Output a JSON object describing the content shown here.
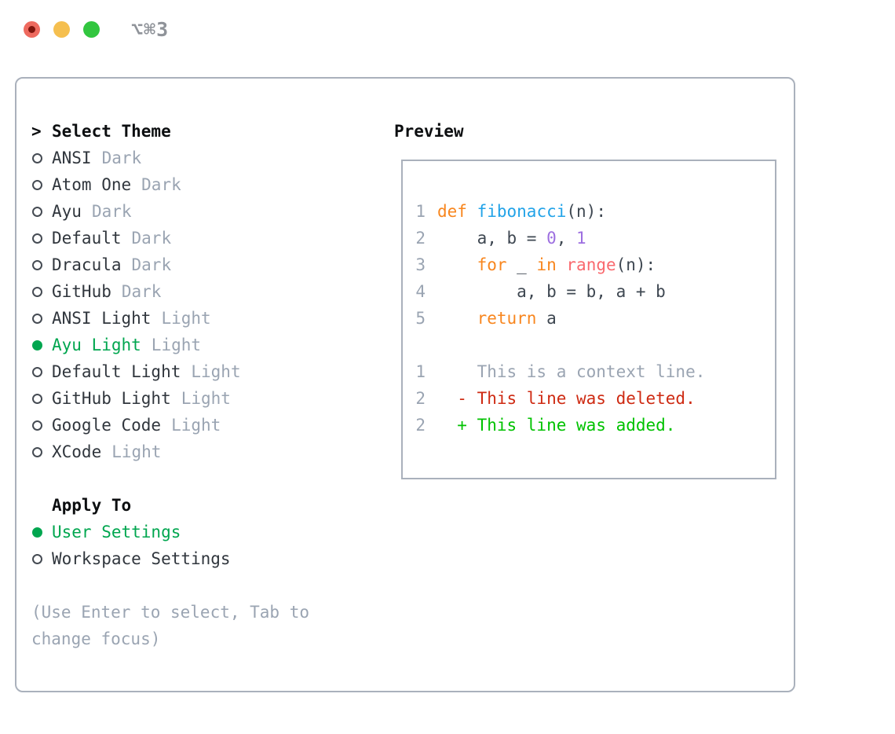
{
  "window": {
    "title": "⌥⌘3",
    "traffic_lights": [
      {
        "name": "close"
      },
      {
        "name": "minimize"
      },
      {
        "name": "zoom"
      }
    ]
  },
  "theme_picker": {
    "prompt": ">",
    "title": "Select Theme",
    "themes": [
      {
        "name": "ANSI",
        "variant": "Dark",
        "selected": false
      },
      {
        "name": "Atom One",
        "variant": "Dark",
        "selected": false
      },
      {
        "name": "Ayu",
        "variant": "Dark",
        "selected": false
      },
      {
        "name": "Default",
        "variant": "Dark",
        "selected": false
      },
      {
        "name": "Dracula",
        "variant": "Dark",
        "selected": false
      },
      {
        "name": "GitHub",
        "variant": "Dark",
        "selected": false
      },
      {
        "name": "ANSI Light",
        "variant": "Light",
        "selected": false
      },
      {
        "name": "Ayu Light",
        "variant": "Light",
        "selected": true
      },
      {
        "name": "Default Light",
        "variant": "Light",
        "selected": false
      },
      {
        "name": "GitHub Light",
        "variant": "Light",
        "selected": false
      },
      {
        "name": "Google Code",
        "variant": "Light",
        "selected": false
      },
      {
        "name": "XCode",
        "variant": "Light",
        "selected": false
      }
    ],
    "apply_to": {
      "title": "Apply To",
      "options": [
        {
          "name": "User Settings",
          "selected": true
        },
        {
          "name": "Workspace Settings",
          "selected": false
        }
      ]
    },
    "help_lines": [
      "(Use Enter to select, Tab to",
      "change focus)"
    ]
  },
  "preview": {
    "title": "Preview",
    "lines": [
      {
        "num": "1",
        "tokens": [
          {
            "t": "def",
            "c": "kw"
          },
          {
            "t": " ",
            "c": "plain"
          },
          {
            "t": "fibonacci",
            "c": "fn"
          },
          {
            "t": "(n):",
            "c": "plain"
          }
        ]
      },
      {
        "num": "2",
        "tokens": [
          {
            "t": "    a, b = ",
            "c": "plain"
          },
          {
            "t": "0",
            "c": "num"
          },
          {
            "t": ", ",
            "c": "plain"
          },
          {
            "t": "1",
            "c": "num"
          }
        ]
      },
      {
        "num": "3",
        "tokens": [
          {
            "t": "    ",
            "c": "plain"
          },
          {
            "t": "for",
            "c": "kw"
          },
          {
            "t": " _ ",
            "c": "plain"
          },
          {
            "t": "in",
            "c": "kw"
          },
          {
            "t": " ",
            "c": "plain"
          },
          {
            "t": "range",
            "c": "builtin"
          },
          {
            "t": "(n):",
            "c": "plain"
          }
        ]
      },
      {
        "num": "4",
        "tokens": [
          {
            "t": "        a, b = b, a + b",
            "c": "plain"
          }
        ]
      },
      {
        "num": "5",
        "tokens": [
          {
            "t": "    ",
            "c": "plain"
          },
          {
            "t": "return",
            "c": "kw"
          },
          {
            "t": " a",
            "c": "plain"
          }
        ]
      },
      {
        "num": "",
        "tokens": []
      },
      {
        "num": "1",
        "tokens": [
          {
            "t": "    This is a context line.",
            "c": "ctx"
          }
        ]
      },
      {
        "num": "2",
        "tokens": [
          {
            "t": "  - This line was deleted.",
            "c": "del"
          }
        ]
      },
      {
        "num": "2",
        "tokens": [
          {
            "t": "  + This line was added.",
            "c": "add"
          }
        ]
      }
    ]
  },
  "colors": {
    "selection_green": "#00a64f",
    "added_green": "#00c200",
    "deleted_red": "#ce2a12",
    "keyword_orange": "#f8861e",
    "function_blue": "#22a3e8",
    "number_purple": "#9d6fe0",
    "builtin_coral": "#f9696e",
    "code_text": "#3e4751",
    "item_text": "#30363d",
    "muted_gray": "#9aa4b2",
    "border_gray": "#aab1bc",
    "title_gray": "#8f9399",
    "traffic_red": "#ee6a5f",
    "traffic_red_dot": "#7f150d",
    "traffic_yellow": "#f5bf4f",
    "traffic_green": "#32c63f"
  }
}
